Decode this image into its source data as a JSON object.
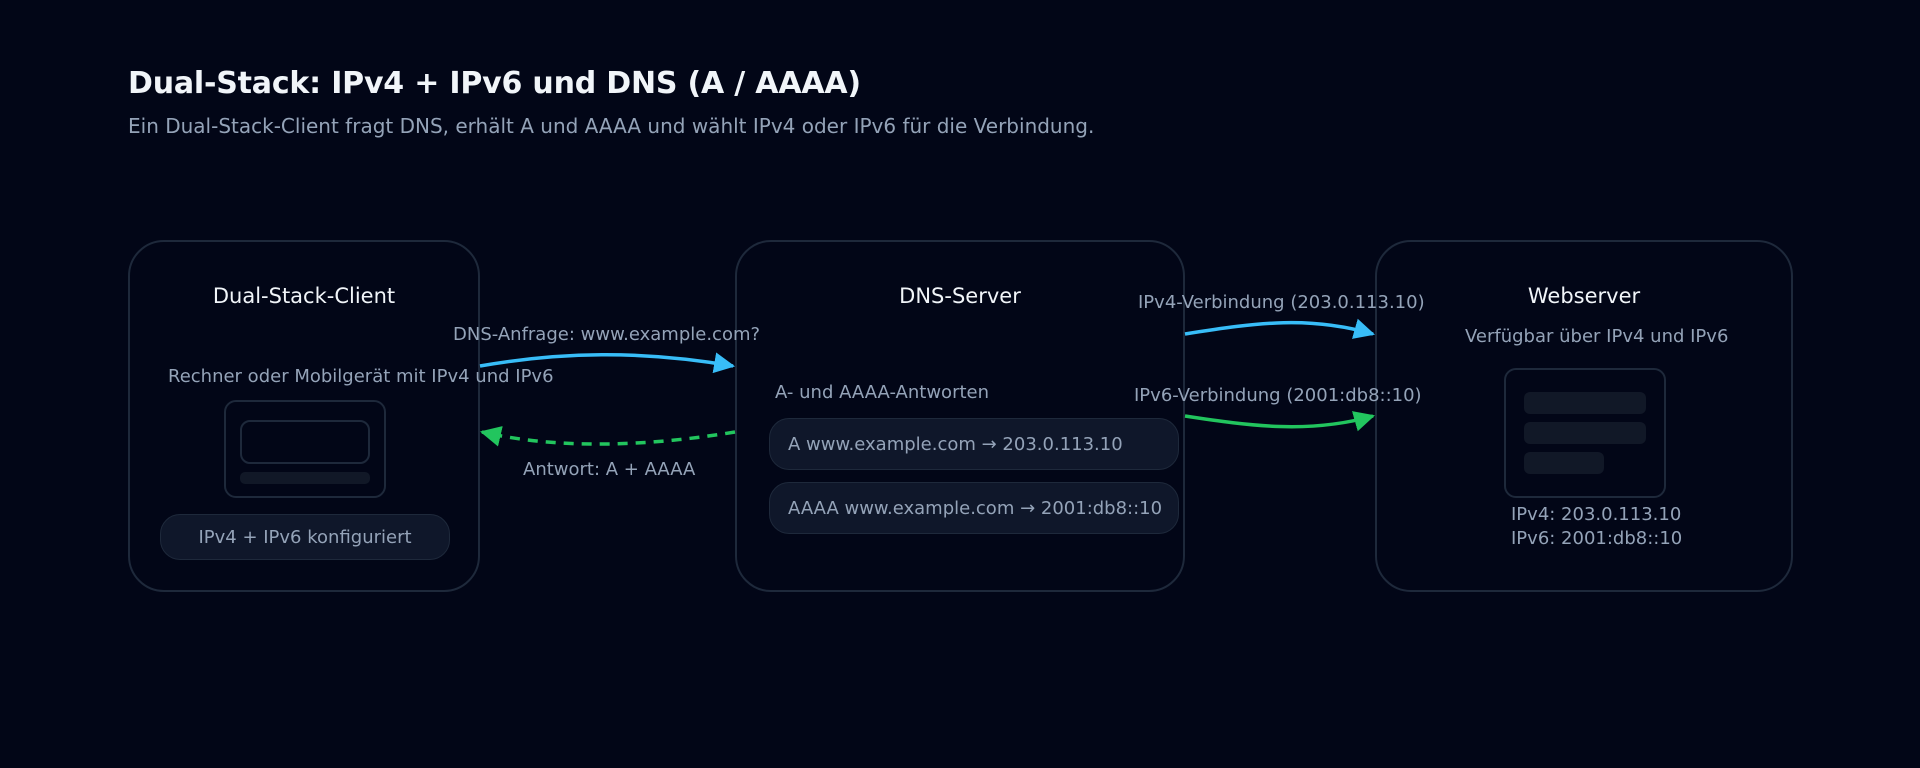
{
  "header": {
    "title": "Dual-Stack: IPv4 + IPv6 und DNS (A / AAAA)",
    "subtitle": "Ein Dual-Stack-Client fragt DNS, erhält A und AAAA und wählt IPv4 oder IPv6 für die Verbindung."
  },
  "client": {
    "title": "Dual-Stack-Client",
    "description": "Rechner oder Mobilgerät mit IPv4 und IPv6",
    "badge": "IPv4 + IPv6 konfiguriert",
    "icon": "device-icon"
  },
  "dns": {
    "title": "DNS-Server",
    "section_label": "A- und AAAA-Antworten",
    "records": [
      "A www.example.com → 203.0.113.10",
      "AAAA www.example.com → 2001:db8::10"
    ]
  },
  "webserver": {
    "title": "Webserver",
    "description": "Verfügbar über IPv4 und IPv6",
    "ipv4": "IPv4: 203.0.113.10",
    "ipv6": "IPv6: 2001:db8::10",
    "icon": "server-icon"
  },
  "edges": {
    "query": "DNS-Anfrage: www.example.com?",
    "answer": "Antwort: A + AAAA",
    "ipv4_connection": "IPv4-Verbindung (203.0.113.10)",
    "ipv6_connection": "IPv6-Verbindung (2001:db8::10)"
  },
  "colors": {
    "background": "#020617",
    "card_border": "#1e293b",
    "query_arrow": "#38bdf8",
    "answer_arrow": "#22c55e",
    "ipv4_arrow": "#38bdf8",
    "ipv6_arrow": "#22c55e"
  }
}
